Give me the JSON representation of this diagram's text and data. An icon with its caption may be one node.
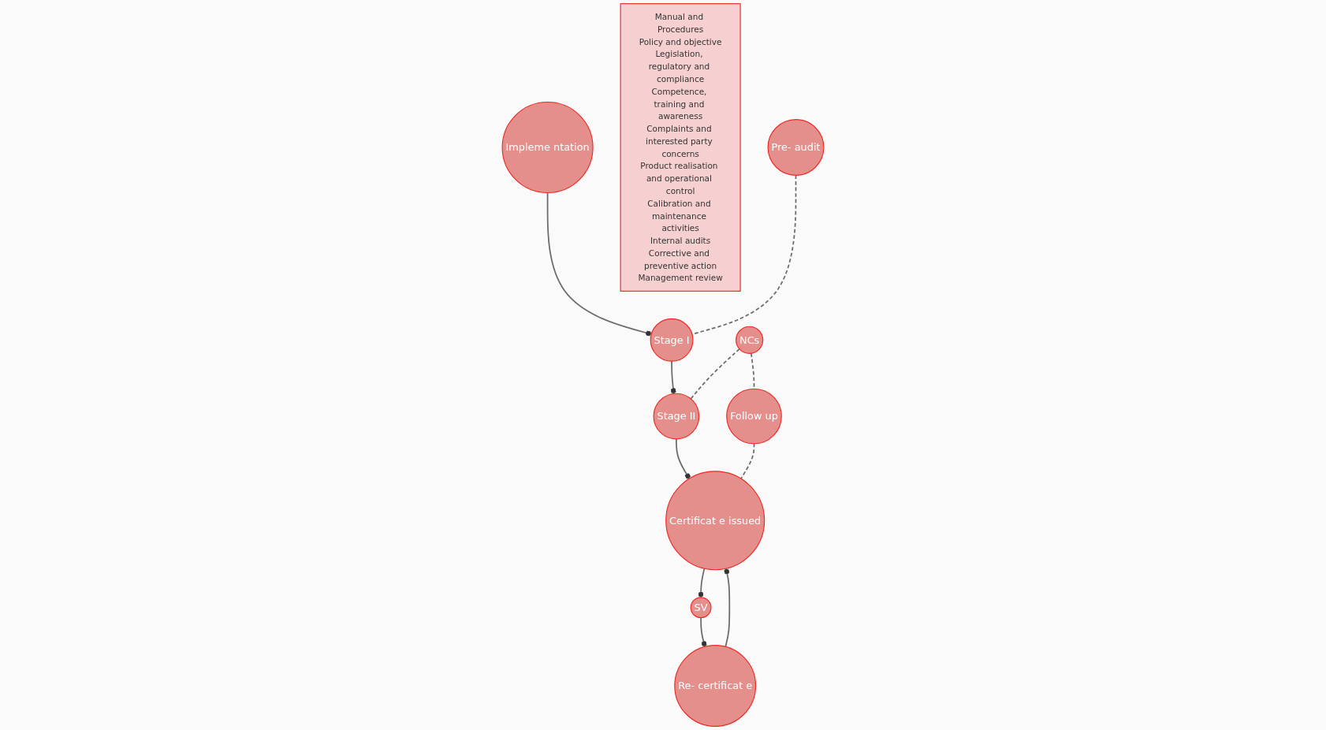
{
  "diagram": {
    "nodes": [
      {
        "text": [
          "Impleme ntation"
        ]
      },
      {
        "text": [
          "Stage I"
        ]
      },
      {
        "text": [
          "Manual and Procedures",
          "Policy and objective",
          "Legislation, regulatory and compliance",
          "Competence, training and awareness",
          "Complaints and interested party concerns",
          "Product realisation and operational control",
          "Calibration and maintenance activities",
          "Internal audits",
          "Corrective and preventive action",
          "Management review"
        ]
      },
      {
        "text": [
          "Pre- audit"
        ]
      },
      {
        "text": [
          "NCs"
        ]
      },
      {
        "text": [
          "Stage II"
        ]
      },
      {
        "text": [
          "Follow up"
        ]
      },
      {
        "text": [
          "Certificat e issued"
        ]
      },
      {
        "text": [
          "SV"
        ]
      },
      {
        "text": [
          "Re- certificat e"
        ]
      }
    ],
    "edges": [
      {
        "from": 0,
        "to": 1,
        "arrow": "other"
      },
      {
        "from": 3,
        "to": 1,
        "arrow": "none",
        "style": "dashed"
      },
      {
        "from": 1,
        "to": 5,
        "arrow": "other"
      },
      {
        "from": 4,
        "to": 5,
        "arrow": "none",
        "style": "dashed"
      },
      {
        "from": 4,
        "to": 6,
        "arrow": "none",
        "style": "dashed"
      },
      {
        "from": 6,
        "to": 7,
        "arrow": "none",
        "style": "dashed"
      },
      {
        "from": 5,
        "to": 7,
        "arrow": "other"
      },
      {
        "from": 7,
        "to": 8,
        "arrow": "other"
      },
      {
        "from": 8,
        "to": 9,
        "arrow": "other"
      },
      {
        "from": 9,
        "to": 7,
        "arrow": "other"
      }
    ]
  }
}
